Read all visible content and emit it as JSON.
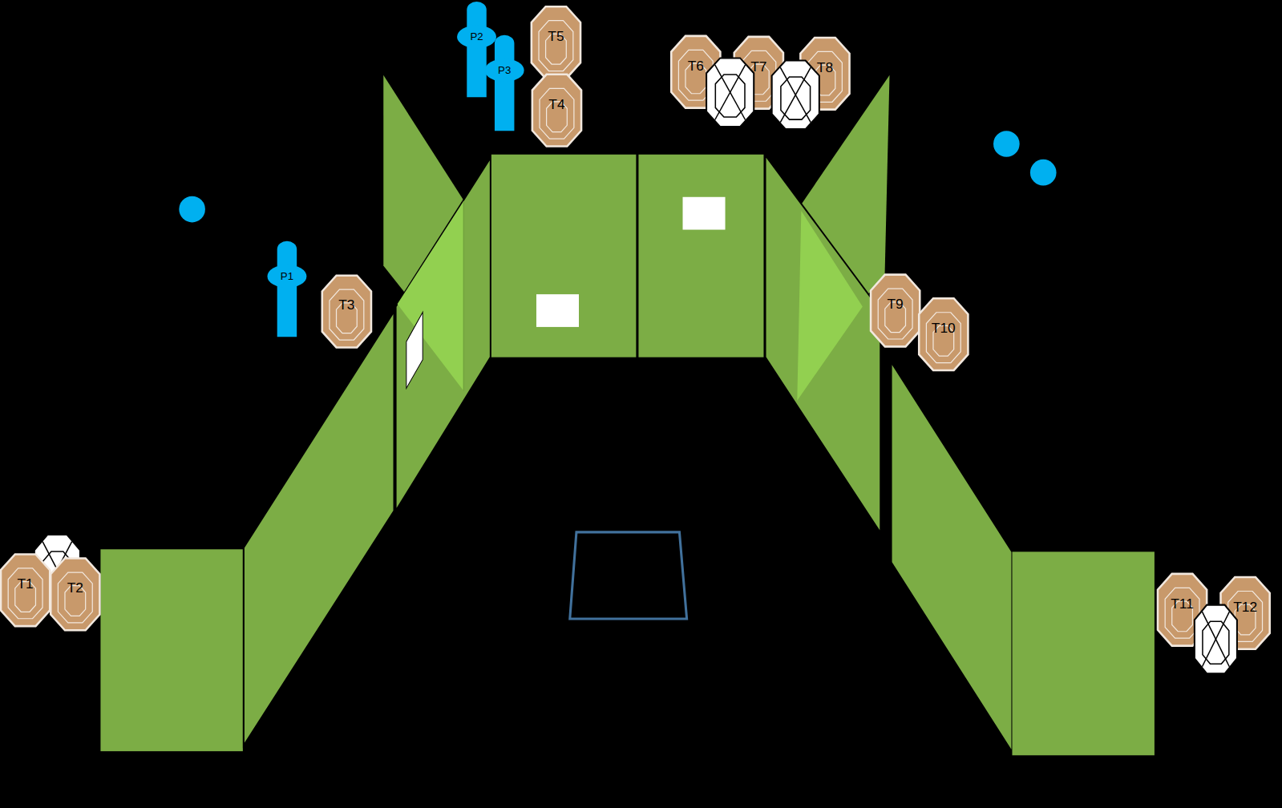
{
  "diagram": {
    "nodes": [
      {
        "text": [
          "T5"
        ]
      },
      {
        "text": [
          "P2"
        ]
      },
      {
        "text": [
          "P3"
        ]
      },
      {
        "text": [
          "T6"
        ]
      },
      {
        "text": [
          "T7"
        ]
      },
      {
        "text": [
          "T8"
        ]
      },
      {
        "text": [
          "T4"
        ]
      },
      {
        "text": [
          "P1"
        ]
      },
      {
        "text": [
          "T3"
        ]
      },
      {
        "text": [
          "T9"
        ]
      },
      {
        "text": [
          "T10"
        ]
      },
      {
        "text": [
          "T1"
        ]
      },
      {
        "text": [
          "T2"
        ]
      },
      {
        "text": [
          "T11"
        ]
      },
      {
        "text": [
          "T12"
        ]
      }
    ]
  }
}
